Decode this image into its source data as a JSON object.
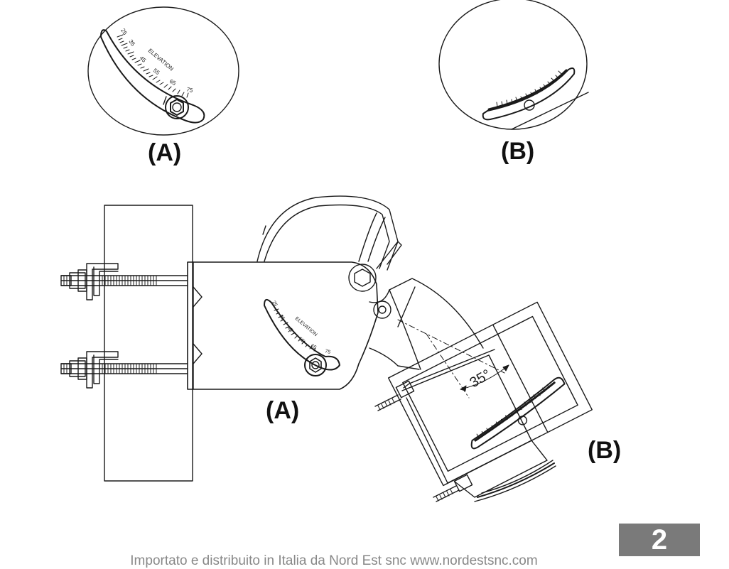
{
  "labels": {
    "detail_a": "(A)",
    "detail_b": "(B)",
    "main_a": "(A)",
    "main_b": "(B)"
  },
  "scale": {
    "ticks": [
      "25",
      "35",
      "45",
      "55",
      "65",
      "75"
    ],
    "word": "ELEVATION"
  },
  "angle_label": "35°",
  "page_number": "2",
  "footer": "Importato e distribuito in Italia da Nord Est snc www.nordestsnc.com"
}
